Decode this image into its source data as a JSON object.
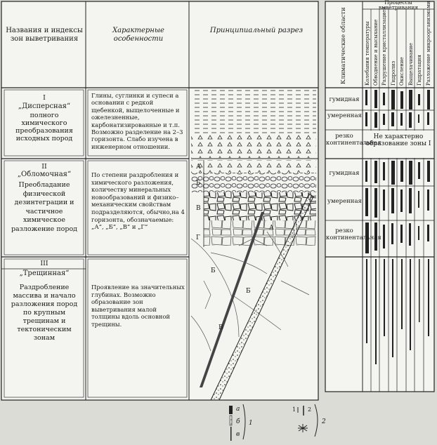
{
  "main_table": {
    "headers": {
      "col1": "Названия и индексы зон выветривания",
      "col2": "Характерные особенности",
      "col3": "Принципиальный разрез"
    },
    "zones": [
      {
        "roman": "I",
        "name": "„Дисперсная“",
        "description": "полного химического преобразования исходных пород",
        "features": "Глины, суглинки и супеси а основании с редкой щебенкой, выщелоченные и ожелезненные, карбонатизированные и т.п. Возможно разделение на 2–3 горизонта. Слабо изучена в инженерном отношении."
      },
      {
        "roman": "II",
        "name": "„Обломочная“",
        "description": "Преобладание физической дезинтеграции и частичное химическое разложение пород",
        "features": "По степени раздробления и химического разложения, количеству минеральных новообразований и физико–механическим свойствам подразделяются, обычно,на 4 горизонта, обозначаемые: „А“, „Б“, „В“ и „Г“"
      },
      {
        "roman": "III",
        "name": "„Трещинная“",
        "description": "Раздробление массива и начало разложения пород по крупным трещинам и тектоническим зонам",
        "features": "Проявление на значительных глубинах. Возможно образование зон выветривания малой толщины вдоль основной трещины."
      }
    ],
    "section_labels": [
      "А",
      "Б",
      "В",
      "Г",
      "А",
      "Б",
      "Б",
      "В"
    ]
  },
  "right_table": {
    "climate_header": "Климатические области",
    "processes_header": "Процессы выветривания",
    "process_columns": [
      "Колебания температуры",
      "Обводнение и высыхание",
      "Разрушение кристаллизацией",
      "Гидролиз",
      "Окисление",
      "Выщелачивание",
      "Гидратация",
      "Разложение микроорганизмами"
    ],
    "rows": [
      {
        "label": "гумидная"
      },
      {
        "label": "умеренная"
      },
      {
        "label": "резко континентальная",
        "note": "Не характерно образование зоны I"
      },
      {
        "label": "гумидная"
      },
      {
        "label": "умеренная"
      },
      {
        "label": "резко континентальная"
      }
    ]
  },
  "legend": {
    "group1": {
      "items": [
        "а",
        "б",
        "в"
      ],
      "number": "1"
    },
    "group2": {
      "items": [
        "1",
        "2"
      ],
      "number": "2"
    }
  }
}
